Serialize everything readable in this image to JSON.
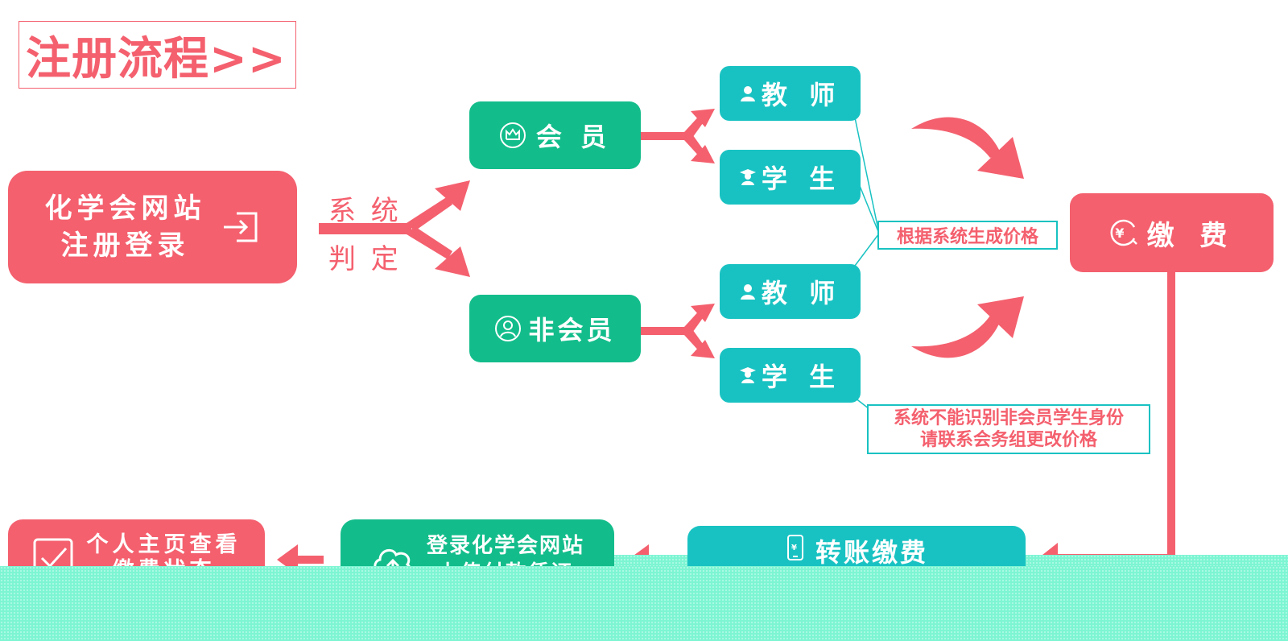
{
  "title": "注册流程>>",
  "start": {
    "line1": "化学会网站",
    "line2": "注册登录",
    "icon": "login-icon"
  },
  "judge": {
    "line1": "系 统",
    "line2": "判 定"
  },
  "member": {
    "label": "会 员",
    "icon": "crown-icon"
  },
  "nonmember": {
    "label": "非会员",
    "icon": "user-icon"
  },
  "roles": {
    "member_teacher": "教 师",
    "member_student": "学 生",
    "nonmember_teacher": "教 师",
    "nonmember_student": "学 生"
  },
  "notes": {
    "price": "根据系统生成价格",
    "nonmember_line1": "系统不能识别非会员学生身份",
    "nonmember_line2": "请联系会务组更改价格"
  },
  "pay": {
    "label": "缴 费",
    "icon": "yen-icon"
  },
  "transfer": {
    "label": "转账缴费",
    "icon": "mobile-pay-icon"
  },
  "upload": {
    "line1": "登录化学会网站",
    "line2": "上传付款凭证",
    "icon": "cloud-upload-icon"
  },
  "check": {
    "line1": "个人主页查看",
    "line2": "缴费状态",
    "icon": "checkbox-icon"
  },
  "colors": {
    "red": "#f4606e",
    "green": "#13bd8b",
    "teal": "#19c2c2",
    "band": "#7df5d3"
  }
}
